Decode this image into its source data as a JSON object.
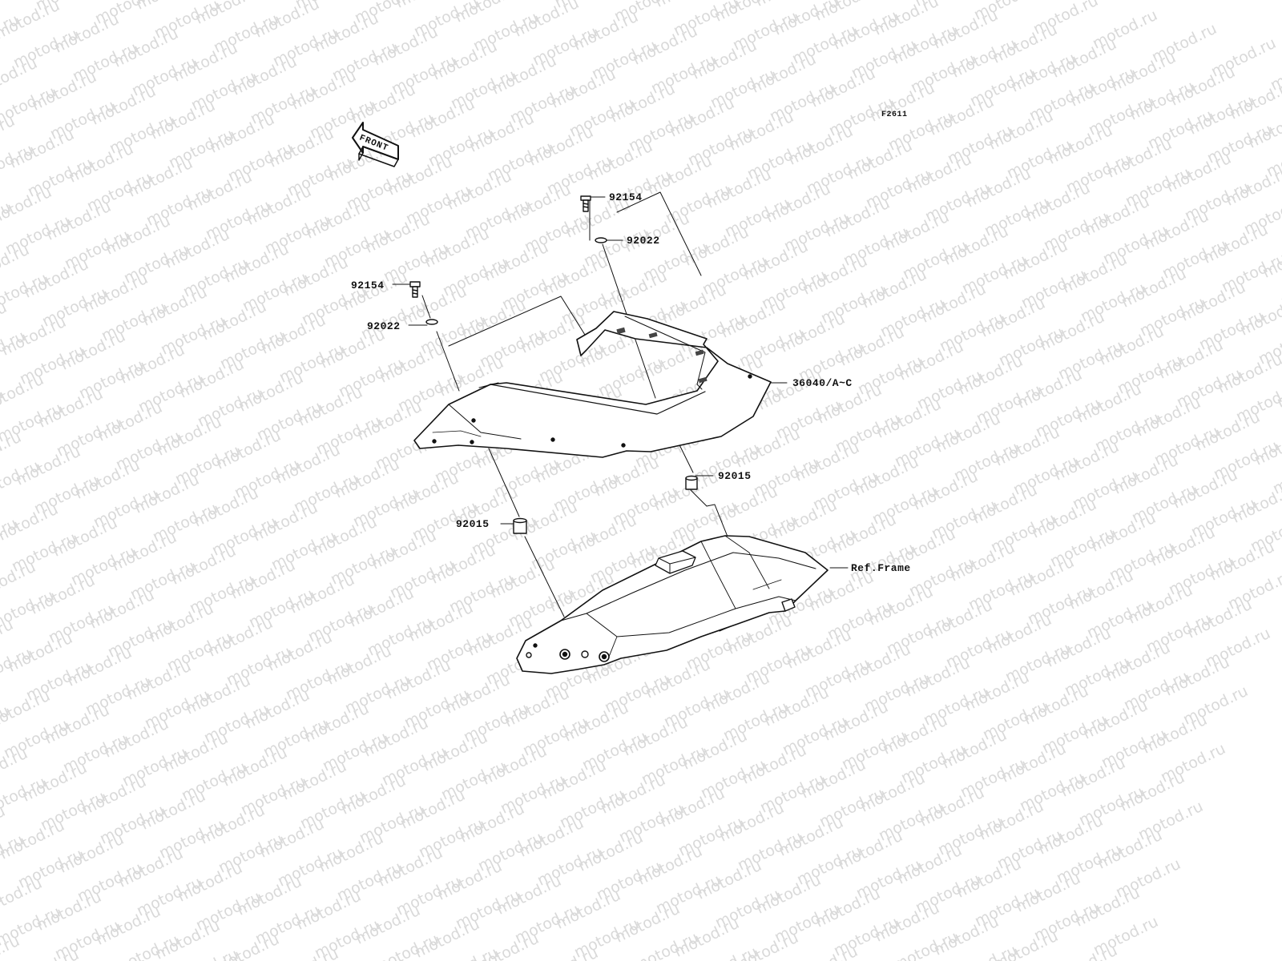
{
  "figure_code": "F2611",
  "front_label": "FRONT",
  "watermark_text": "motod.ru",
  "parts": {
    "bolt_upper": "92154",
    "washer_upper": "92022",
    "bolt_left": "92154",
    "washer_left": "92022",
    "seat_cover": "36040/A~C",
    "collar_right": "92015",
    "collar_left": "92015",
    "frame_ref": "Ref.Frame"
  },
  "colors": {
    "line": "#111111",
    "watermark": "#d9d9d9"
  }
}
